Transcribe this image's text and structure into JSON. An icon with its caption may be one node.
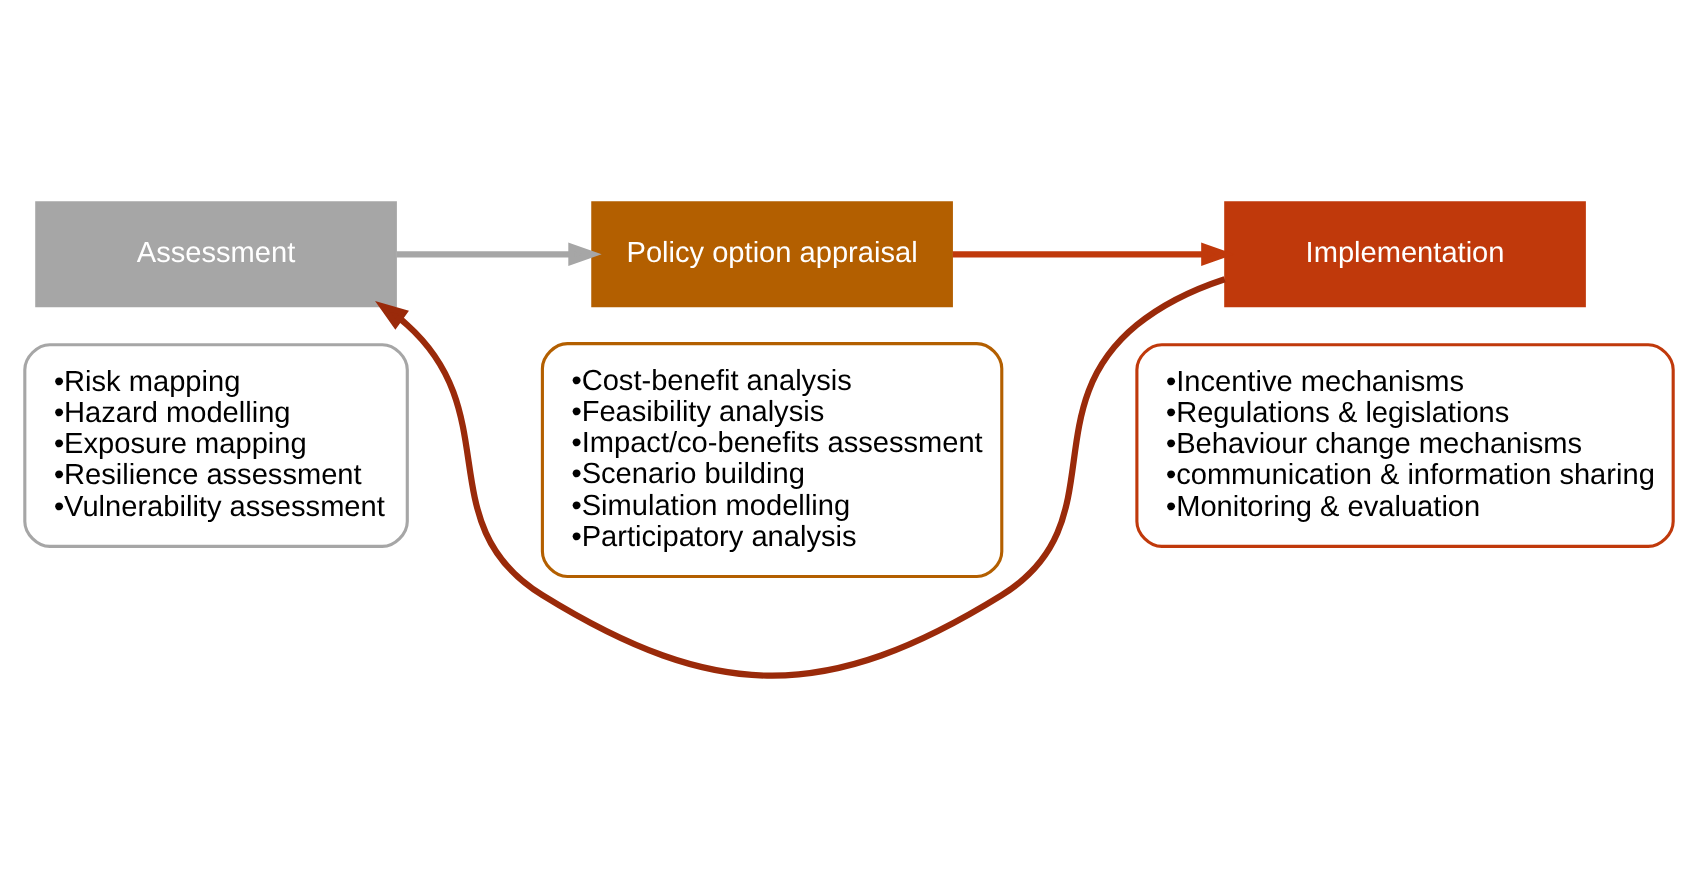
{
  "diagram": {
    "nodes": [
      {
        "text": [
          "Assessment"
        ]
      },
      {
        "text": [
          "•Risk mapping",
          "•Hazard modelling",
          "•Exposure mapping",
          "•Resilience assessment",
          "•Vulnerability assessment"
        ]
      },
      {
        "text": [
          "Policy option appraisal"
        ]
      },
      {
        "text": [
          "•Cost-benefit analysis",
          "•Feasibility analysis",
          "•Impact/co-benefits assessment",
          "•Scenario building",
          "•Simulation modelling",
          "•Participatory analysis"
        ]
      },
      {
        "text": [
          "Implementation"
        ]
      },
      {
        "text": [
          "•Incentive mechanisms",
          "•Regulations & legislations",
          "•Behaviour change mechanisms",
          "•communication & information sharing",
          "•Monitoring & evaluation"
        ]
      }
    ],
    "edges": [
      {
        "from": 0,
        "to": 2,
        "arrow": "to",
        "color": "#a6a6a6"
      },
      {
        "from": 2,
        "to": 4,
        "arrow": "to",
        "color": "#c0390b"
      },
      {
        "from": 4,
        "to": 0,
        "arrow": "to",
        "color": "#9a2a0a"
      }
    ]
  }
}
